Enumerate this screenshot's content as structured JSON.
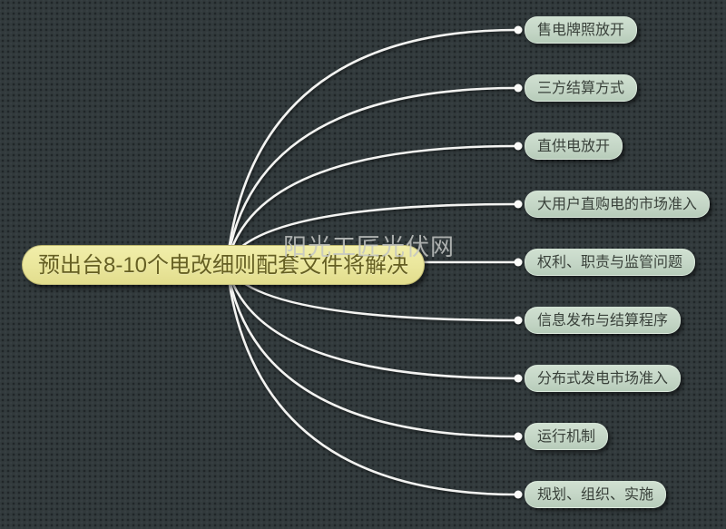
{
  "diagram": {
    "type": "mindmap",
    "root": {
      "label": "预出台8-10个电改细则配套文件将解决"
    },
    "branches": [
      {
        "label": "售电牌照放开"
      },
      {
        "label": "三方结算方式"
      },
      {
        "label": "直供电放开"
      },
      {
        "label": "大用户直购电的市场准入"
      },
      {
        "label": "权利、职责与监管问题"
      },
      {
        "label": "信息发布与结算程序"
      },
      {
        "label": "分布式发电市场准入"
      },
      {
        "label": "运行机制"
      },
      {
        "label": "规划、组织、实施"
      }
    ],
    "watermark": "阳光工匠光伏网",
    "colors": {
      "background": "#323a3c",
      "root_fill": "#eae69b",
      "root_text": "#655f22",
      "branch_fill": "#c4d6c6",
      "branch_text": "#39413a",
      "connector_line": "#f3f3f1",
      "watermark_text": "#c3c5c3"
    }
  }
}
